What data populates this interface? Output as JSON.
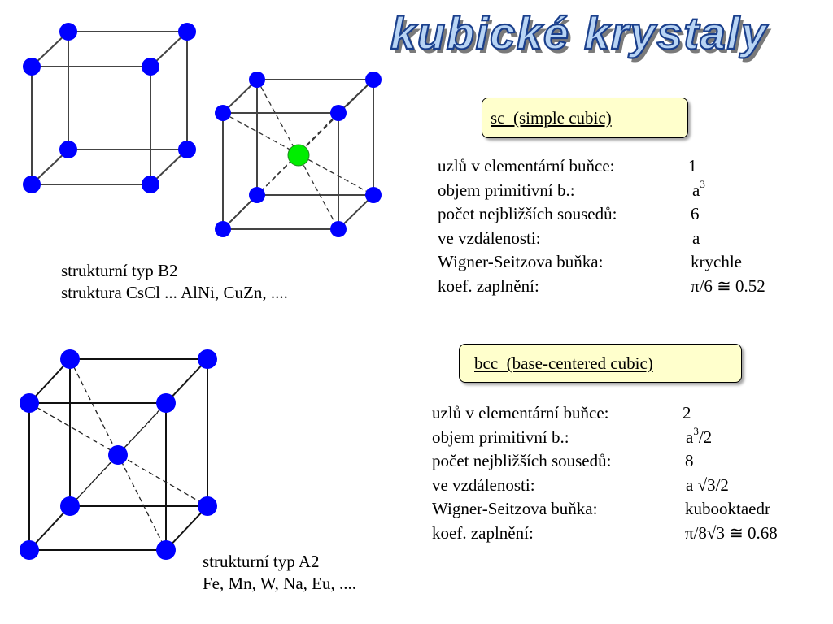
{
  "title": "kubické krystaly",
  "sc_box": {
    "label": "sc  (simple cubic)"
  },
  "sc_props": [
    {
      "label": "uzlů v elementární buňce:",
      "value": "1"
    },
    {
      "label": "objem primitivní b.:",
      "value": "a",
      "sup": "3",
      "suffix": ""
    },
    {
      "label": "počet nejbližších sousedů:",
      "value": "6"
    },
    {
      "label": "ve vzdálenosti:",
      "value": "a"
    },
    {
      "label": "Wigner-Seitzova buňka:",
      "value": "krychle"
    },
    {
      "label": "koef. zaplnění:",
      "value": "π/6 ≅ 0.52"
    }
  ],
  "b2_caption": {
    "line1": "strukturní typ B2",
    "line2": "struktura CsCl ... AlNi, CuZn, ...."
  },
  "bcc_box": {
    "label": "bcc  (base-centered cubic)"
  },
  "bcc_props": [
    {
      "label": "uzlů v elementární buňce:",
      "value": "2"
    },
    {
      "label": "objem primitivní b.:",
      "value": "a",
      "sup": "3",
      "suffix": "/2"
    },
    {
      "label": "počet nejbližších sousedů:",
      "value": "8"
    },
    {
      "label": "ve vzdálenosti:",
      "value": "a √3/2"
    },
    {
      "label": "Wigner-Seitzova buňka:",
      "value": "kubooktaedr"
    },
    {
      "label": "koef. zaplnění:",
      "value": "π/8√3 ≅ 0.68"
    }
  ],
  "a2_caption": {
    "line1": "strukturní typ A2",
    "line2": "Fe, Mn, W, Na, Eu, ...."
  },
  "colors": {
    "corner_atom": "#0000ff",
    "center_atom_b2": "#00ee00",
    "center_atom_bcc": "#0000ff",
    "box_fill": "#ffffcc",
    "title_fill": "#b8d4f4",
    "title_stroke": "#1a3f8c"
  }
}
